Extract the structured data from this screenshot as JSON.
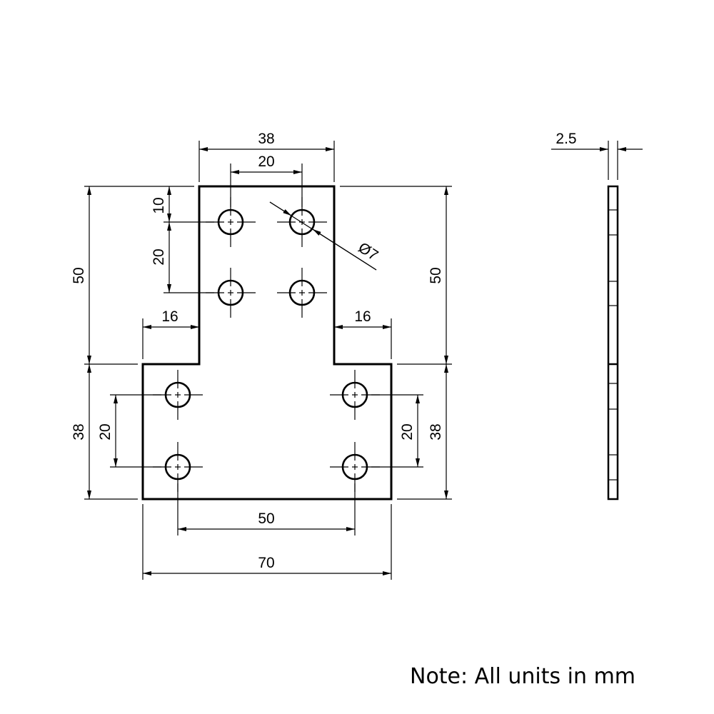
{
  "drawing": {
    "units_note": "Note: All units in mm",
    "dimensions": {
      "top_width": "38",
      "top_hole_spacing": "20",
      "top_edge_to_hole": "10",
      "top_hole_vertical_spacing": "20",
      "left_upper_height": "50",
      "right_upper_height": "50",
      "left_step": "16",
      "right_step": "16",
      "left_lower_height": "38",
      "right_lower_height": "38",
      "left_lower_hole_spacing": "20",
      "right_lower_hole_spacing": "20",
      "bottom_hole_spacing": "50",
      "overall_width": "70",
      "hole_diameter": "Ø7",
      "thickness": "2.5"
    }
  }
}
